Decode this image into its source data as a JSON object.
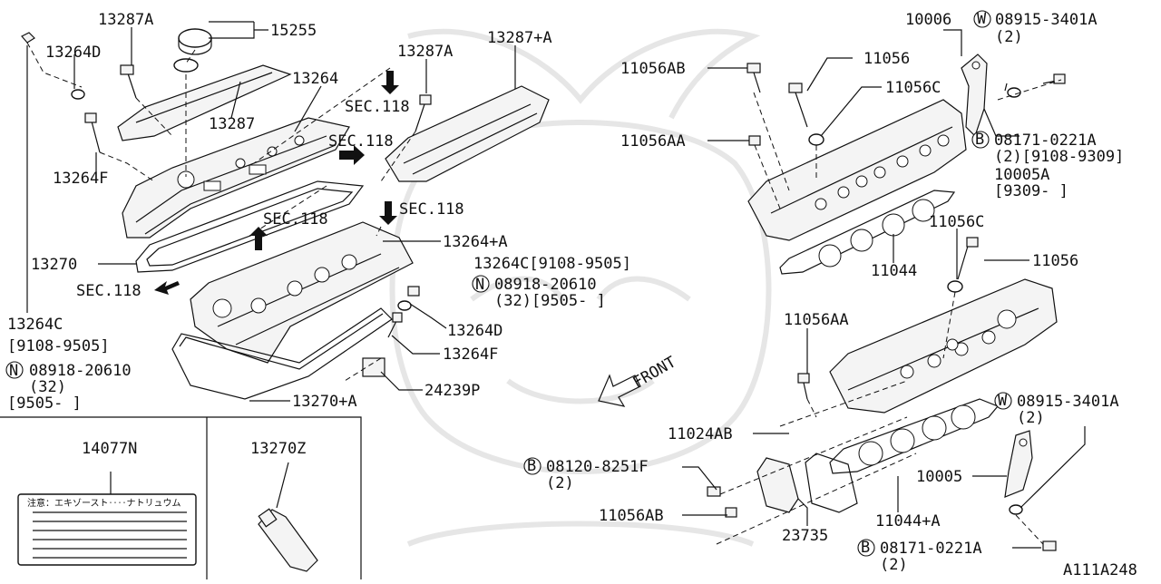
{
  "diagram_id": "A111A248",
  "labels": {
    "p13287A_top": "13287A",
    "p15255": "15255",
    "p13264D_left": "13264D",
    "p13287A_mid": "13287A",
    "p13287pA": "13287+A",
    "p13264": "13264",
    "sec118_a": "SEC.118",
    "p13287": "13287",
    "sec118_b": "SEC.118",
    "p13264F_left": "13264F",
    "sec118_c": "SEC.118",
    "sec118_d": "SEC.118",
    "p13264pA": "13264+A",
    "p13270": "13270",
    "sec118_e": "SEC.118",
    "p13264C_mid": "13264C[9108-9505]",
    "n_mid": "08918-20610",
    "n_mid_qty": "(32)[9505-      ]",
    "p13264D_right": "13264D",
    "p13264F_right": "13264F",
    "p13264C_left": "13264C",
    "p13264C_left_date": "[9108-9505]",
    "n_left": "08918-20610",
    "n_left_qty": "(32)",
    "n_left_date": "[9505-      ]",
    "p13270pA": "13270+A",
    "p24239P": "24239P",
    "p14077N": "14077N",
    "p13270Z": "13270Z",
    "label_sticker_text": "注意：エキゾースト‥‥ナトリュウム",
    "p10006": "10006",
    "w_top": "08915-3401A",
    "w_top_qty": "(2)",
    "p11056AB_top": "11056AB",
    "p11056_top": "11056",
    "p11056C_top": "11056C",
    "p11056AA_top": "11056AA",
    "b_top": "08171-0221A",
    "b_top_qty": "(2)[9108-9309]",
    "p10005A": "10005A",
    "p10005A_date": "[9309-    ]",
    "p11056C_mid": "11056C",
    "p11056_mid": "11056",
    "p11044": "11044",
    "p11056AA_mid": "11056AA",
    "front": "FRONT",
    "w_bot": "08915-3401A",
    "w_bot_qty": "(2)",
    "p11024AB": "11024AB",
    "b_mid": "08120-8251F",
    "b_mid_qty": "(2)",
    "p10005": "10005",
    "p11056AB_bot": "11056AB",
    "p23735": "23735",
    "p11044pA": "11044+A",
    "b_bot": "08171-0221A",
    "b_bot_qty": "(2)"
  },
  "circle_letters": {
    "n": "N",
    "w": "W",
    "b": "B"
  }
}
